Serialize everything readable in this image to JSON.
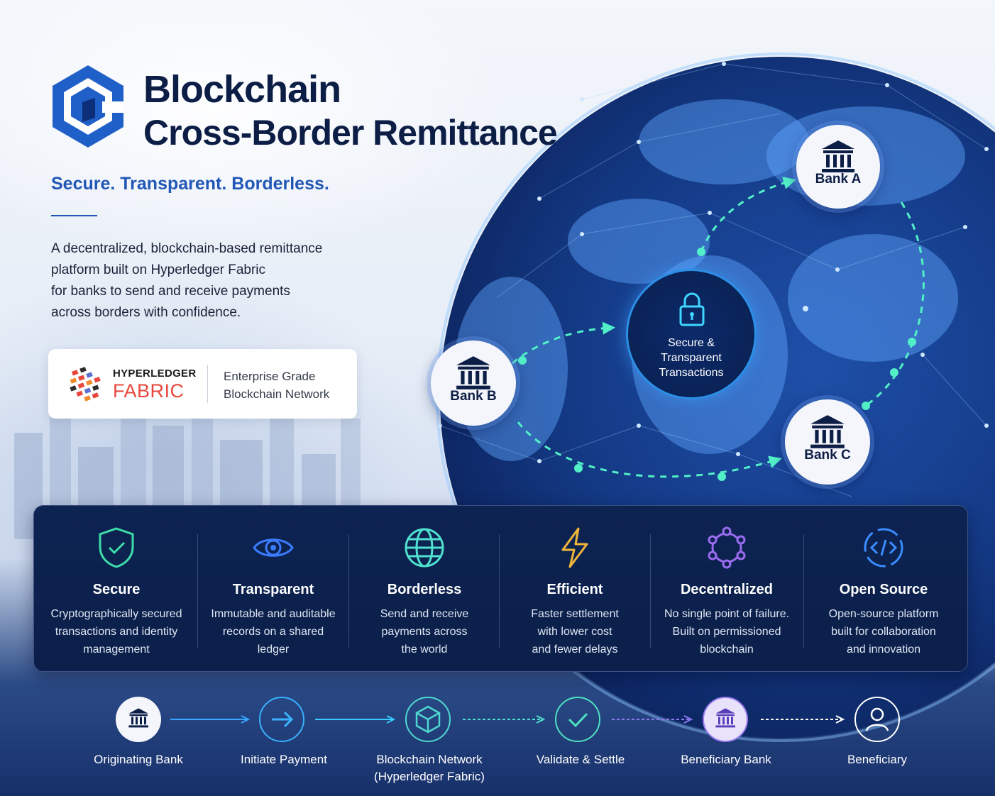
{
  "header": {
    "title_line1": "Blockchain",
    "title_line2": "Cross-Border Remittance",
    "tagline": "Secure. Transparent. Borderless.",
    "description": [
      "A decentralized, blockchain-based remittance",
      "platform built on Hyperledger Fabric",
      "for banks to send and receive payments",
      "across borders with confidence."
    ]
  },
  "hyperledger": {
    "name_line1": "HYPERLEDGER",
    "name_line2": "FABRIC",
    "subtitle_line1": "Enterprise Grade",
    "subtitle_line2": "Blockchain Network"
  },
  "network": {
    "bank_a": "Bank A",
    "bank_b": "Bank B",
    "bank_c": "Bank C",
    "center": [
      "Secure &",
      "Transparent",
      "Transactions"
    ]
  },
  "features": [
    {
      "icon": "shield-check-icon",
      "title": "Secure",
      "desc": [
        "Cryptographically secured",
        "transactions and identity",
        "management"
      ],
      "color": "#3ddca8"
    },
    {
      "icon": "eye-icon",
      "title": "Transparent",
      "desc": [
        "Immutable and auditable",
        "records on a shared",
        "ledger"
      ],
      "color": "#3b7bff"
    },
    {
      "icon": "globe-icon",
      "title": "Borderless",
      "desc": [
        "Send and receive",
        "payments across",
        "the world"
      ],
      "color": "#4fe0d0"
    },
    {
      "icon": "lightning-icon",
      "title": "Efficient",
      "desc": [
        "Faster settlement",
        "with lower cost",
        "and fewer delays"
      ],
      "color": "#f0b63a"
    },
    {
      "icon": "network-nodes-icon",
      "title": "Decentralized",
      "desc": [
        "No single point of failure.",
        "Built on permissioned",
        "blockchain"
      ],
      "color": "#9a6cf0"
    },
    {
      "icon": "code-icon",
      "title": "Open Source",
      "desc": [
        "Open-source platform",
        "built for collaboration",
        "and innovation"
      ],
      "color": "#3b8cff"
    }
  ],
  "flow": [
    {
      "icon": "bank-icon",
      "label": [
        "Originating Bank"
      ]
    },
    {
      "icon": "arrow-right-icon",
      "label": [
        "Initiate Payment"
      ]
    },
    {
      "icon": "cube-icon",
      "label": [
        "Blockchain Network",
        "(Hyperledger Fabric)"
      ]
    },
    {
      "icon": "check-icon",
      "label": [
        "Validate & Settle"
      ]
    },
    {
      "icon": "bank-icon",
      "label": [
        "Beneficiary Bank"
      ]
    },
    {
      "icon": "user-icon",
      "label": [
        "Beneficiary"
      ]
    }
  ]
}
